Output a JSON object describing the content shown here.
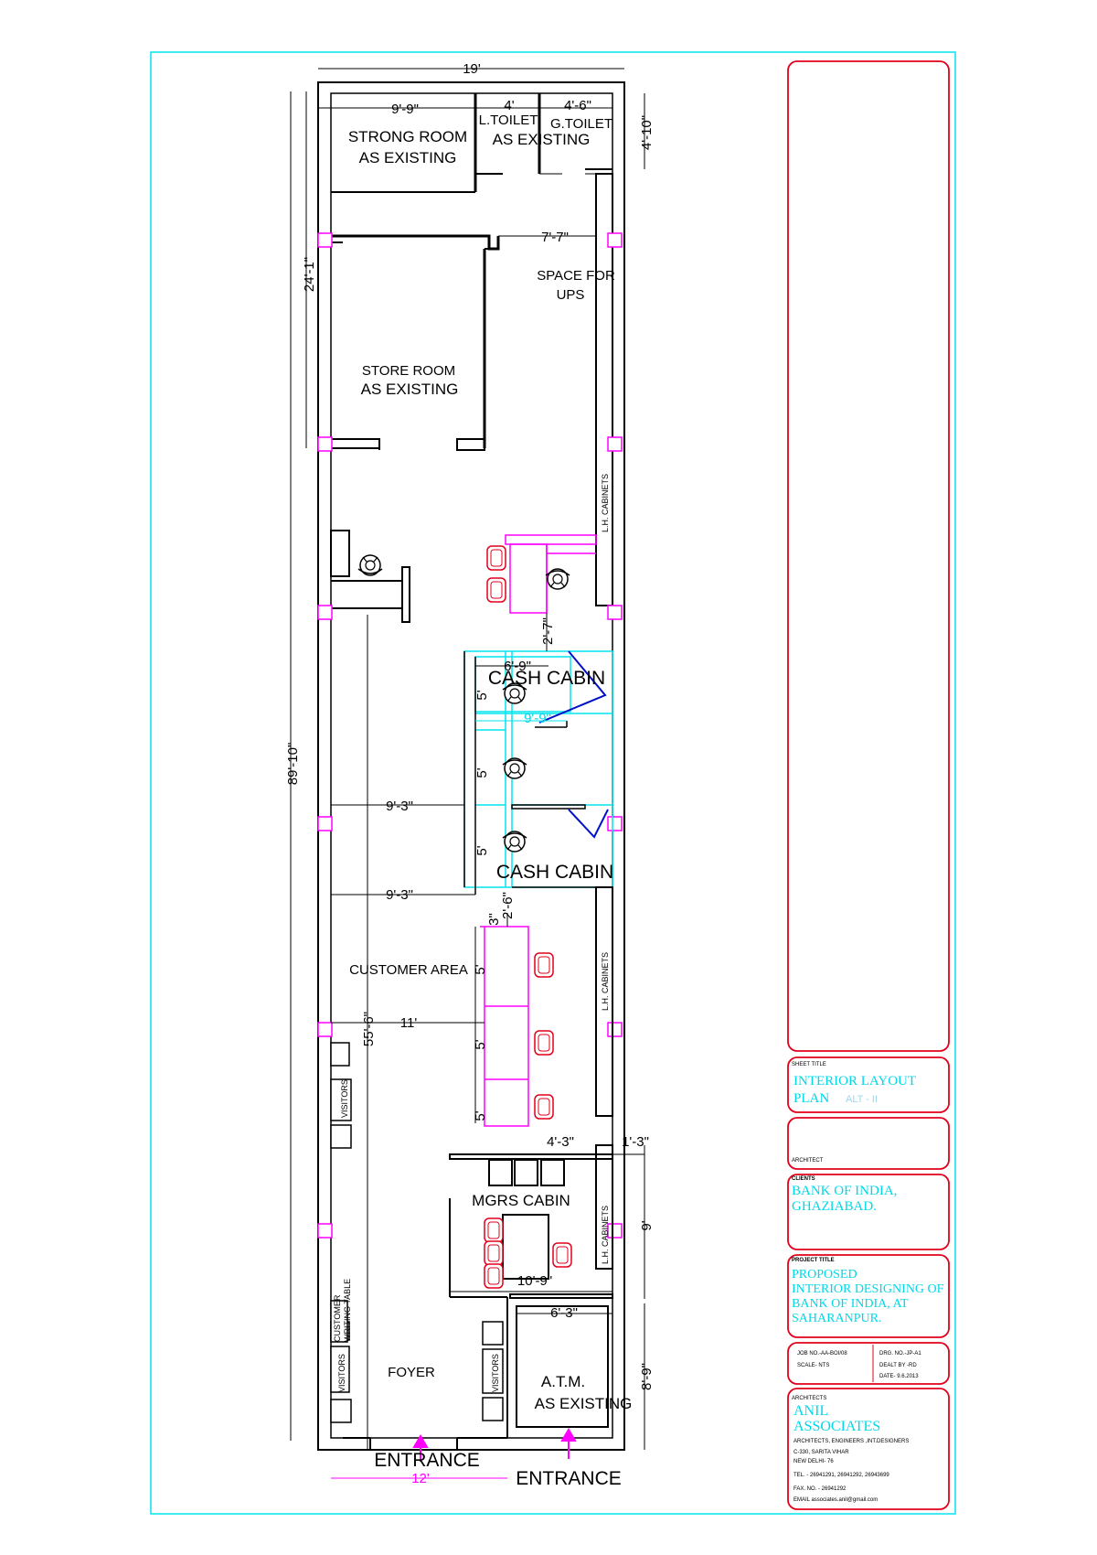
{
  "colors": {
    "border": "#00e5ee",
    "titleblock": "#e2001a",
    "cabin": "#00e5ee",
    "magenta": "#ff00ff",
    "chair": "#e2001a",
    "door_blue": "#0010c8"
  },
  "plan": {
    "rooms": {
      "strong_room": [
        "STRONG ROOM",
        "AS EXISTING"
      ],
      "l_toilet": "L.TOILET",
      "g_toilet": "G.TOILET",
      "toilets_existing": "AS EXISTING",
      "ups": [
        "SPACE FOR",
        "UPS"
      ],
      "store_room": [
        "STORE ROOM",
        "AS EXISTING"
      ],
      "cash_cabin_1": "CASH CABIN",
      "cash_cabin_2": "CASH CABIN",
      "customer_area": "CUSTOMER AREA",
      "mgrs_cabin": "MGRS CABIN",
      "foyer": "FOYER",
      "atm": [
        "A.T.M.",
        "AS EXISTING"
      ],
      "entrance_1": "ENTRANCE",
      "entrance_2": "ENTRANCE"
    },
    "furniture": {
      "lh_cabinets_1": "L.H. CABINETS",
      "lh_cabinets_2": "L.H. CABINETS",
      "lh_cabinets_3": "L.H. CABINETS",
      "visitors_1": "VISITORS",
      "visitors_2": "VISITORS",
      "visitors_3": "VISITORS",
      "customer_writing_table": [
        "CUSTOMER",
        "WRITING TABLE"
      ]
    },
    "dimensions": {
      "overall_width": "19'",
      "strong_room_width": "9'-9\"",
      "l_toilet_width": "4'",
      "g_toilet_width": "4'-6\"",
      "toilet_depth": "4'-10\"",
      "ups_width": "7'-7\"",
      "store_depth": "24'-1\"",
      "overall_depth": "89'-10\"",
      "gap_2_7": "2'-7\"",
      "cash_6_9": "6'-9\"",
      "cash_9_9": "9'-9\"",
      "cabin_5a": "5'",
      "cabin_5b": "5'",
      "cabin_5c": "5'",
      "aisle_9_3a": "9'-3\"",
      "aisle_9_3b": "9'-3\"",
      "gap_3": "3\"",
      "gap_2_6": "2'-6\"",
      "counter_5a": "5'",
      "counter_5b": "5'",
      "counter_5c": "5'",
      "customer_11": "11'",
      "customer_55_6": "55'-6\"",
      "counter_4_3": "4'-3\"",
      "counter_1_3": "1'-3\"",
      "mgr_9": "9'",
      "mgr_10_9": "10'-9\"",
      "atm_6_3": "6'-3\"",
      "atm_8_9": "8'-9\"",
      "foyer_12": "12'"
    }
  },
  "titleblock": {
    "sheet_title_hdr": "SHEET TITLE",
    "sheet_title_1": "INTERIOR LAYOUT",
    "sheet_title_2": "PLAN",
    "sheet_title_alt": "ALT - II",
    "architect_hdr": "ARCHITECT",
    "clients_hdr": "CLIENTS",
    "client_1": "BANK OF INDIA,",
    "client_2": "GHAZIABAD.",
    "project_hdr": "PROJECT TITLE",
    "project_1": "PROPOSED",
    "project_2": "INTERIOR DESIGNING OF",
    "project_3": "BANK OF INDIA, AT",
    "project_4": "SAHARANPUR.",
    "job_no": "JOB NO.-AA-BOI/08",
    "scale": "SCALE- NTS",
    "drg_no": "DRG. NO.-JP-A1",
    "dealt_by": "DEALT BY -RD",
    "date": "DATE- 9.6.2013",
    "architects_hdr": "ARCHITECTS",
    "firm_1": "ANIL",
    "firm_2": "ASSOCIATES",
    "firm_desc": "ARCHITECTS, ENGINEERS ,INT.DESIGNERS",
    "addr_1": "C-330, SARITA VIHAR",
    "addr_2": "NEW DELHI- 76",
    "tel": "TEL. - 26941291, 26941292, 26943699",
    "fax": "FAX. NO.   - 26941292",
    "email": "EMAIL  associates.anil@gmail.com"
  }
}
